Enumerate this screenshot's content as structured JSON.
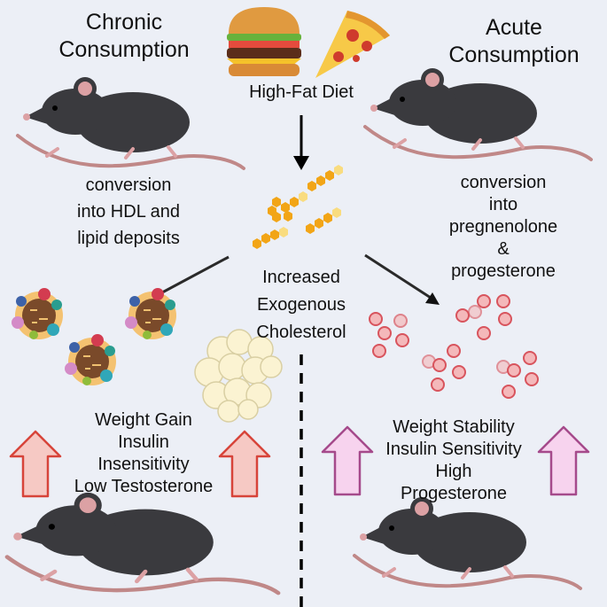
{
  "left_title": [
    "Chronic",
    "Consumption"
  ],
  "right_title": [
    "Acute",
    "Consumption"
  ],
  "diet_label": "High-Fat Diet",
  "left_conversion": [
    "conversion",
    "into HDL and",
    "lipid deposits"
  ],
  "right_conversion": [
    "conversion",
    "into",
    "pregnenolone",
    "&",
    "progesterone"
  ],
  "center_label": [
    "Increased",
    "Exogenous",
    "Cholesterol"
  ],
  "left_outcomes": [
    "Weight Gain",
    "Insulin",
    "Insensitivity",
    "Low Testosterone"
  ],
  "right_outcomes": [
    "Weight Stability",
    "Insulin Sensitivity",
    "High",
    "Progesterone"
  ],
  "colors": {
    "background": "#eceff6",
    "red_arrow_fill": "#f6c9c4",
    "red_arrow_stroke": "#d7443a",
    "pink_arrow_fill": "#f7d3ee",
    "pink_arrow_stroke": "#a54a8b",
    "cholesterol": "#f2a516",
    "progesterone_dot": "#e8747c",
    "mouse": "#3a3a3e",
    "mouse_pink": "#dca1a4"
  }
}
